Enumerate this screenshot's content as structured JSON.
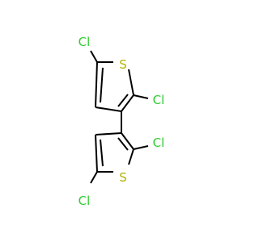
{
  "molecule": {
    "atoms": {
      "cl_top_left": "Cl",
      "s_top": "S",
      "cl_top_right": "Cl",
      "cl_mid_right": "Cl",
      "s_bottom": "S",
      "cl_bottom_left": "Cl"
    },
    "colors": {
      "chlorine": "#33cc33",
      "sulfur": "#b2b200",
      "bond": "#000000",
      "background": "#ffffff"
    }
  }
}
